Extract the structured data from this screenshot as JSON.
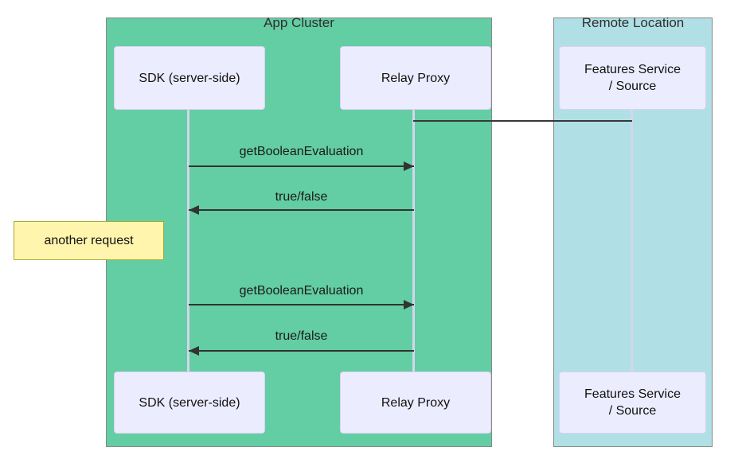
{
  "diagram": {
    "type": "sequence",
    "clusters": {
      "app": {
        "label": "App Cluster",
        "fill": "#63cda3",
        "border": "#888888"
      },
      "remote": {
        "label": "Remote Location",
        "fill": "#b0e0e6",
        "border": "#888888"
      }
    },
    "actors": {
      "sdk": {
        "label": "SDK (server-side)"
      },
      "relay": {
        "label": "Relay Proxy"
      },
      "features": {
        "line1": "Features Service",
        "line2": "/ Source"
      }
    },
    "messages": [
      {
        "label": "getBooleanEvaluation",
        "from": "SDK (server-side)",
        "to": "Relay Proxy",
        "direction": "right"
      },
      {
        "label": "true/false",
        "from": "Relay Proxy",
        "to": "SDK (server-side)",
        "direction": "left"
      },
      {
        "label": "getBooleanEvaluation",
        "from": "SDK (server-side)",
        "to": "Relay Proxy",
        "direction": "right"
      },
      {
        "label": "true/false",
        "from": "Relay Proxy",
        "to": "SDK (server-side)",
        "direction": "left"
      }
    ],
    "note": {
      "label": "another request",
      "fill": "#fff5ad",
      "border": "#aaaa33"
    },
    "styles": {
      "actor_fill": "#ececff",
      "lifeline_color": "#d6d4ee",
      "line_color": "#333333",
      "text_color": "#1a1a1a"
    }
  }
}
